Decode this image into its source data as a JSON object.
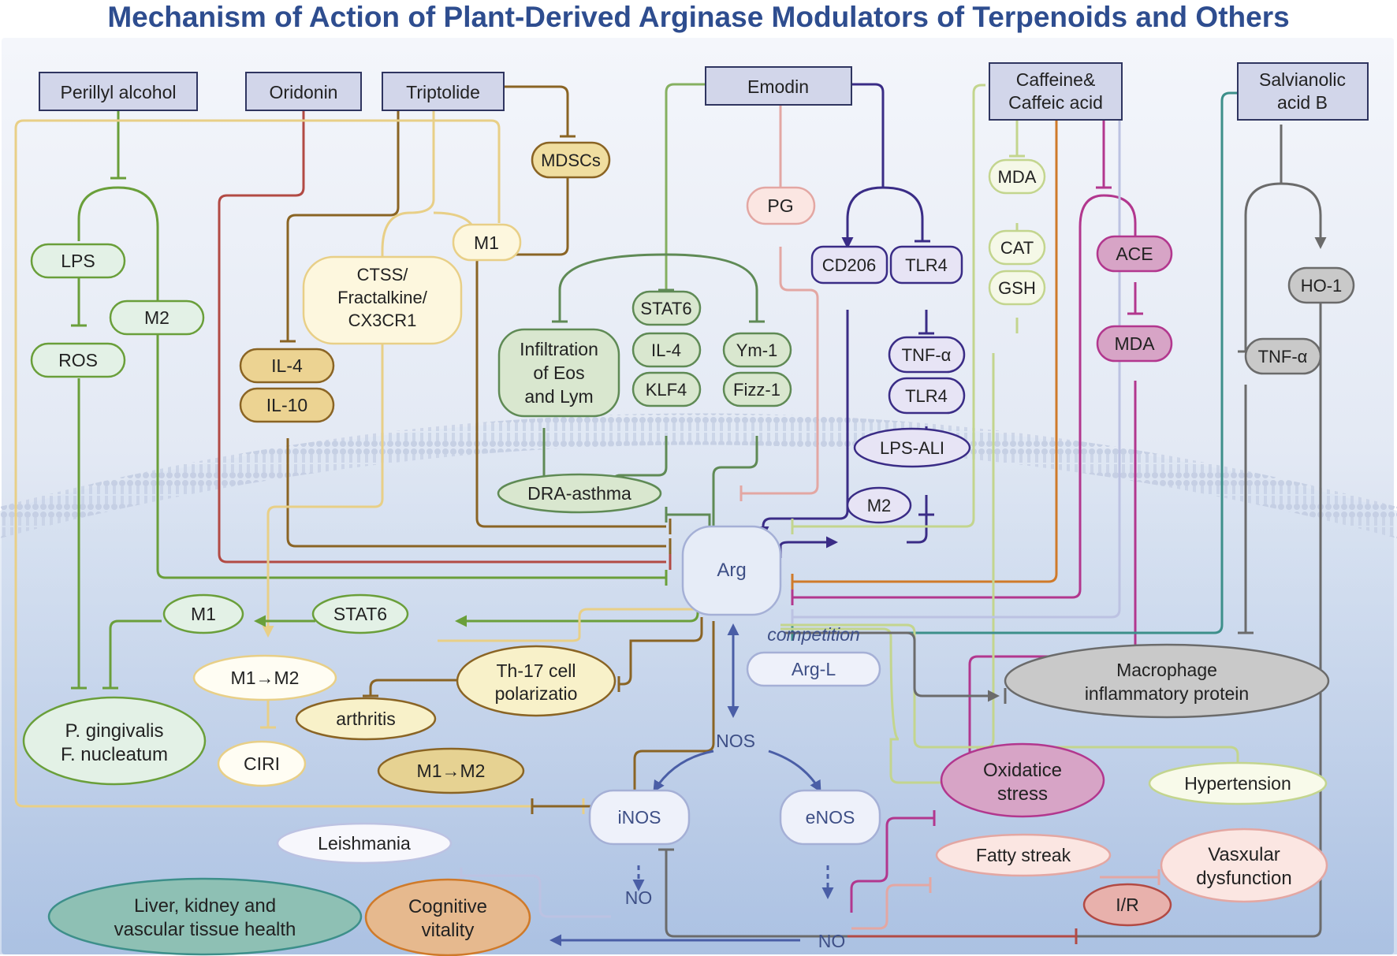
{
  "title": "Mechanism of Action of Plant-Derived Arginase Modulators of Terpenoids and Others",
  "colors": {
    "green": "#6a9f3a",
    "darkgreen": "#5f8a55",
    "yellow": "#e8cf87",
    "brown": "#8a6424",
    "red": "#b24a44",
    "pink": "#e3a7a3",
    "navy": "#3a2c86",
    "blue": "#4a5ea6",
    "olive": "#c3d58e",
    "orange": "#cf7a2a",
    "magenta": "#b2378e",
    "lavender": "#bcc2e2",
    "teal": "#3d8f8a",
    "gray": "#6b6b6b",
    "boxFill": "#d2d6ea",
    "boxStroke": "#2f3560"
  },
  "nodes": {
    "perillyl": "Perillyl alcohol",
    "oridonin": "Oridonin",
    "triptolide": "Triptolide",
    "emodin": "Emodin",
    "caffeine": [
      "Caffeine&",
      "Caffeic acid"
    ],
    "salvianolic": [
      "Salvianolic",
      "acid B"
    ],
    "lps": "LPS",
    "m2_left": "M2",
    "ros": "ROS",
    "pging": [
      "P. gingivalis",
      "F. nucleatum"
    ],
    "m1_top": "M1",
    "mdscs": "MDSCs",
    "ctss": [
      "CTSS/",
      "Fractalkine/",
      "CX3CR1"
    ],
    "il4_y": "IL-4",
    "il10_y": "IL-10",
    "pg": "PG",
    "cd206": "CD206",
    "tlr4_a": "TLR4",
    "tnfa_n": "TNF-α",
    "tlr4_b": "TLR4",
    "lps_ali": "LPS-ALI",
    "m2_n": "M2",
    "stat6_g": "STAT6",
    "il4_g": "IL-4",
    "klf4": "KLF4",
    "infil": [
      "Infiltration",
      "of Eos",
      "and Lym"
    ],
    "ym1": "Ym-1",
    "fizz1": "Fizz-1",
    "dra": "DRA-asthma",
    "mda_o": "MDA",
    "cat": "CAT",
    "gsh": "GSH",
    "ace": "ACE",
    "mda_m": "MDA",
    "ho1": "HO-1",
    "tnfa_g": "TNF-α",
    "arg": "Arg",
    "m1_mid": "M1",
    "stat6_mid": "STAT6",
    "m1m2_w": "M1→M2",
    "ciri": "CIRI",
    "th17": [
      "Th-17 cell",
      "polarizatio"
    ],
    "arthritis": "arthritis",
    "competition": "competition",
    "argl": "Arg-L",
    "nos": "NOS",
    "m1m2_y": "M1→M2",
    "inos": "iNOS",
    "enos": "eNOS",
    "macrophage": [
      "Macrophage",
      "inflammatory protein"
    ],
    "oxid": [
      "Oxidatice",
      "stress"
    ],
    "hyper": "Hypertension",
    "leish": "Leishmania",
    "no1": "NO",
    "no2": "NO",
    "liver": [
      "Liver, kidney and",
      "vascular tissue health"
    ],
    "cognitive": [
      "Cognitive",
      "vitality"
    ],
    "fatty": "Fatty streak",
    "vasx": [
      "Vasxular",
      "dysfunction"
    ],
    "ir": "I/R"
  }
}
